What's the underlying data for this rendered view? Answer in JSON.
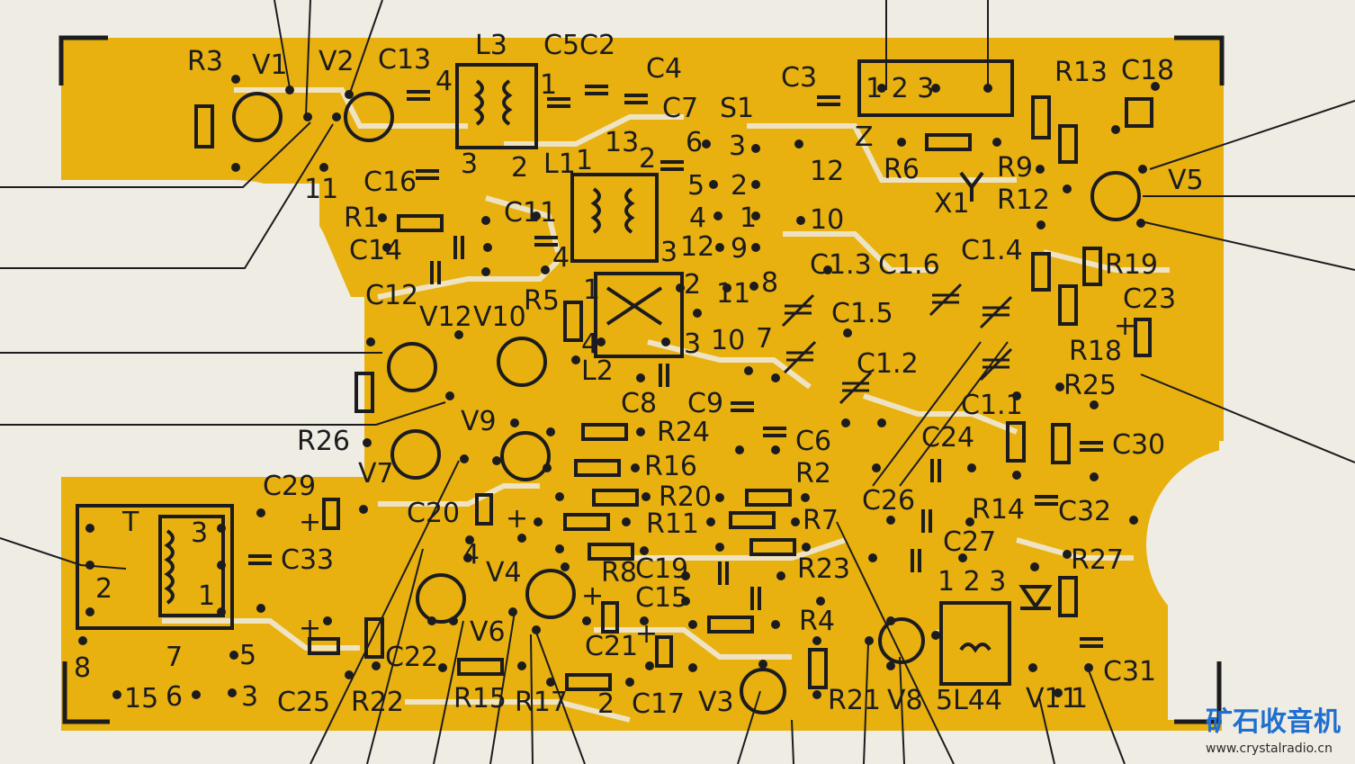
{
  "board": {
    "copper_color": "#e8b10f",
    "ink_color": "#1c1b1e",
    "background_color": "#efece3"
  },
  "labels": {
    "r3": "R3",
    "v1": "V1",
    "v2": "V2",
    "c13": "C13",
    "l3": "L3",
    "c5c2": "C5C2",
    "c4": "C4",
    "c3": "C3",
    "r13": "R13",
    "c18": "C18",
    "c7": "C7",
    "s1": "S1",
    "c16": "C16",
    "l1": "L1",
    "c11": "C11",
    "r1": "R1",
    "c14": "C14",
    "c12": "C12",
    "r5": "R5",
    "l2": "L2",
    "v12": "V12",
    "v10": "V10",
    "r26": "R26",
    "v9": "V9",
    "v7": "V7",
    "r24": "R24",
    "r16": "R16",
    "r20": "R20",
    "r11": "R11",
    "r8": "R8",
    "c29": "C29",
    "c20": "C20",
    "c33": "C33",
    "t": "T",
    "v4": "V4",
    "v6": "V6",
    "c22": "C22",
    "c25": "C25",
    "r22": "R22",
    "r15": "R15",
    "r17": "R17",
    "c17": "C17",
    "v3": "V3",
    "c21": "C21",
    "c19": "C19",
    "c15": "C15",
    "r4": "R4",
    "r21": "R21",
    "v8": "V8",
    "l4": "5L44",
    "v11": "V11",
    "c31": "C31",
    "r27": "R27",
    "c27": "C27",
    "c26": "C26",
    "r14": "R14",
    "c32": "C32",
    "c30": "C30",
    "c24": "C24",
    "r25": "R25",
    "c1_1": "C1.1",
    "c1_2": "C1.2",
    "c1_3": "C1.3",
    "c1_4": "C1.4",
    "c1_5": "C1.5",
    "c1_6": "C1.6",
    "r18": "R18",
    "c23": "C23",
    "r19": "R19",
    "r12": "R12",
    "r9": "R9",
    "r6": "R6",
    "x1": "X1",
    "v5": "V5",
    "z": "Z",
    "c8": "C8",
    "c9": "C9",
    "c6": "C6",
    "r2": "R2",
    "r7": "R7",
    "r23": "R23",
    "pin_1": "1",
    "pin_2": "2",
    "pin_3": "3",
    "pin_123": "1 2 3",
    "pin_4": "4",
    "pin_5": "5",
    "pin_6": "6",
    "pin_7": "7",
    "pin_8": "8",
    "pin_9": "9",
    "pin_10": "10",
    "pin_11": "11",
    "pin_12": "12",
    "pin_13": "13",
    "pin_15": "15",
    "pin_2b": "2",
    "plus": "+"
  },
  "watermark": {
    "brand": "矿石收音机",
    "url": "www.crystalradio.cn"
  }
}
